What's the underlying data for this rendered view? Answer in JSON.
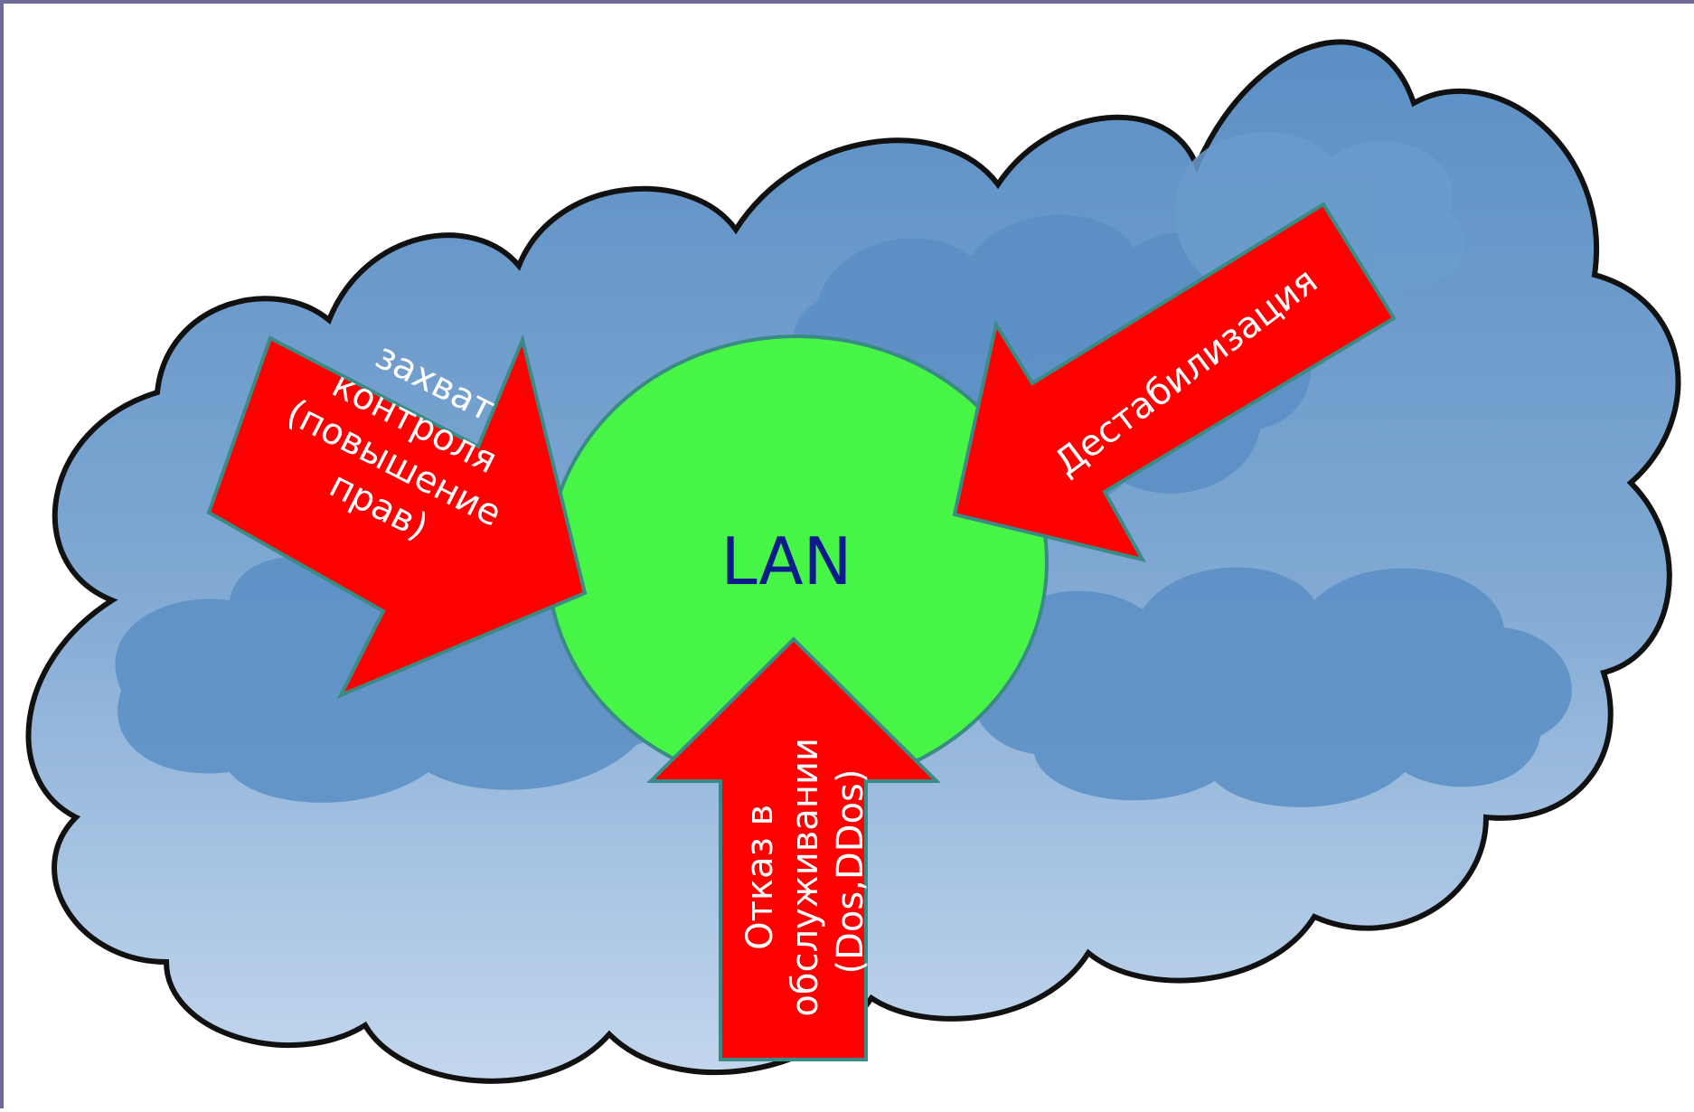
{
  "center_node": {
    "label": "LAN"
  },
  "threats": [
    {
      "id": "control",
      "label_lines": [
        "захват",
        "контроля",
        "(повышение",
        "прав)"
      ]
    },
    {
      "id": "destab",
      "label_lines": [
        "Дестабилизация"
      ]
    },
    {
      "id": "dos",
      "label_lines": [
        "Отказ в",
        "обслуживании",
        "(Dos,DDos)"
      ]
    }
  ],
  "colors": {
    "cloud_light": "#bcd2ea",
    "cloud_mid": "#7ea7d2",
    "cloud_dark": "#4f88bf",
    "cloud_outline": "#111111",
    "lan_fill": "#46f546",
    "lan_text": "#0d1a8c",
    "arrow_fill": "#ff0000",
    "arrow_stroke": "#3a8a86",
    "arrow_text": "#ffffff"
  }
}
